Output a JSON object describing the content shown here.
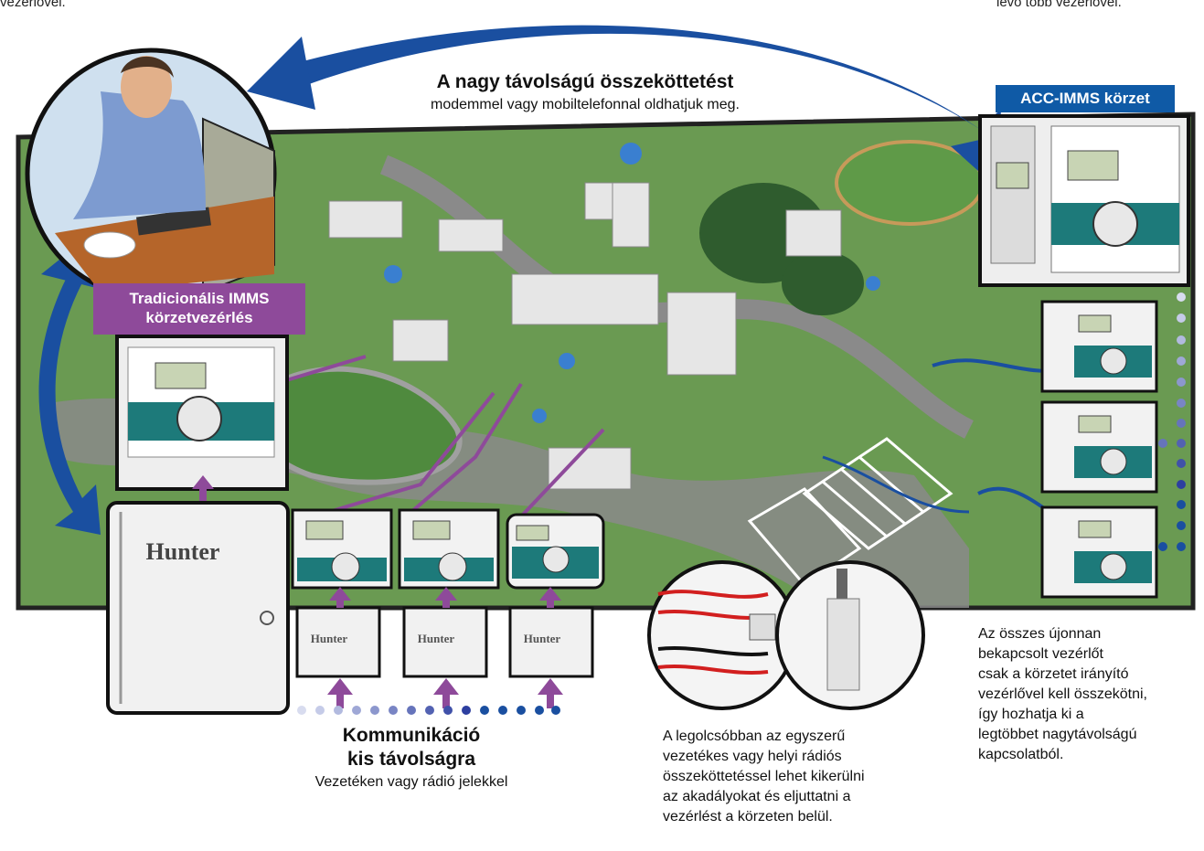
{
  "top_left_cut": "vezérlővel.",
  "top_right_cut": "lévő több vezérlővel.",
  "long_distance": {
    "title": "A nagy távolságú összeköttetést",
    "subtitle": "modemmel vagy mobiltelefonnal oldhatjuk meg."
  },
  "acc_label": "ACC-IMMS körzet",
  "traditional_label": [
    "Tradicionális IMMS",
    "körzetvezérlés"
  ],
  "short_distance": {
    "title_line1": "Kommunikáció",
    "title_line2": "kis távolságra",
    "subtitle": "Vezetéken vagy rádió jelekkel"
  },
  "wire_text": [
    "A legolcsóbban az egyszerű",
    "vezetékes vagy helyi rádiós",
    "összeköttetéssel lehet kikerülni",
    "az akadályokat és eljuttatni a",
    "vezérlést a körzeten belül."
  ],
  "all_text": [
    "Az összes újonnan",
    "bekapcsolt vezérlőt",
    "csak a körzetet irányító",
    "vezérlővel kell összekötni,",
    "így hozhatja ki a",
    "legtöbbet nagytávolságú",
    "kapcsolatból."
  ],
  "brand_logo": "Hunter",
  "colors": {
    "arrow_blue": "#1a4fa0",
    "purple": "#8e4a9a",
    "map_green": "#6a9a52",
    "road_gray": "#8a8a8a",
    "controller_teal": "#1d7a7a"
  }
}
